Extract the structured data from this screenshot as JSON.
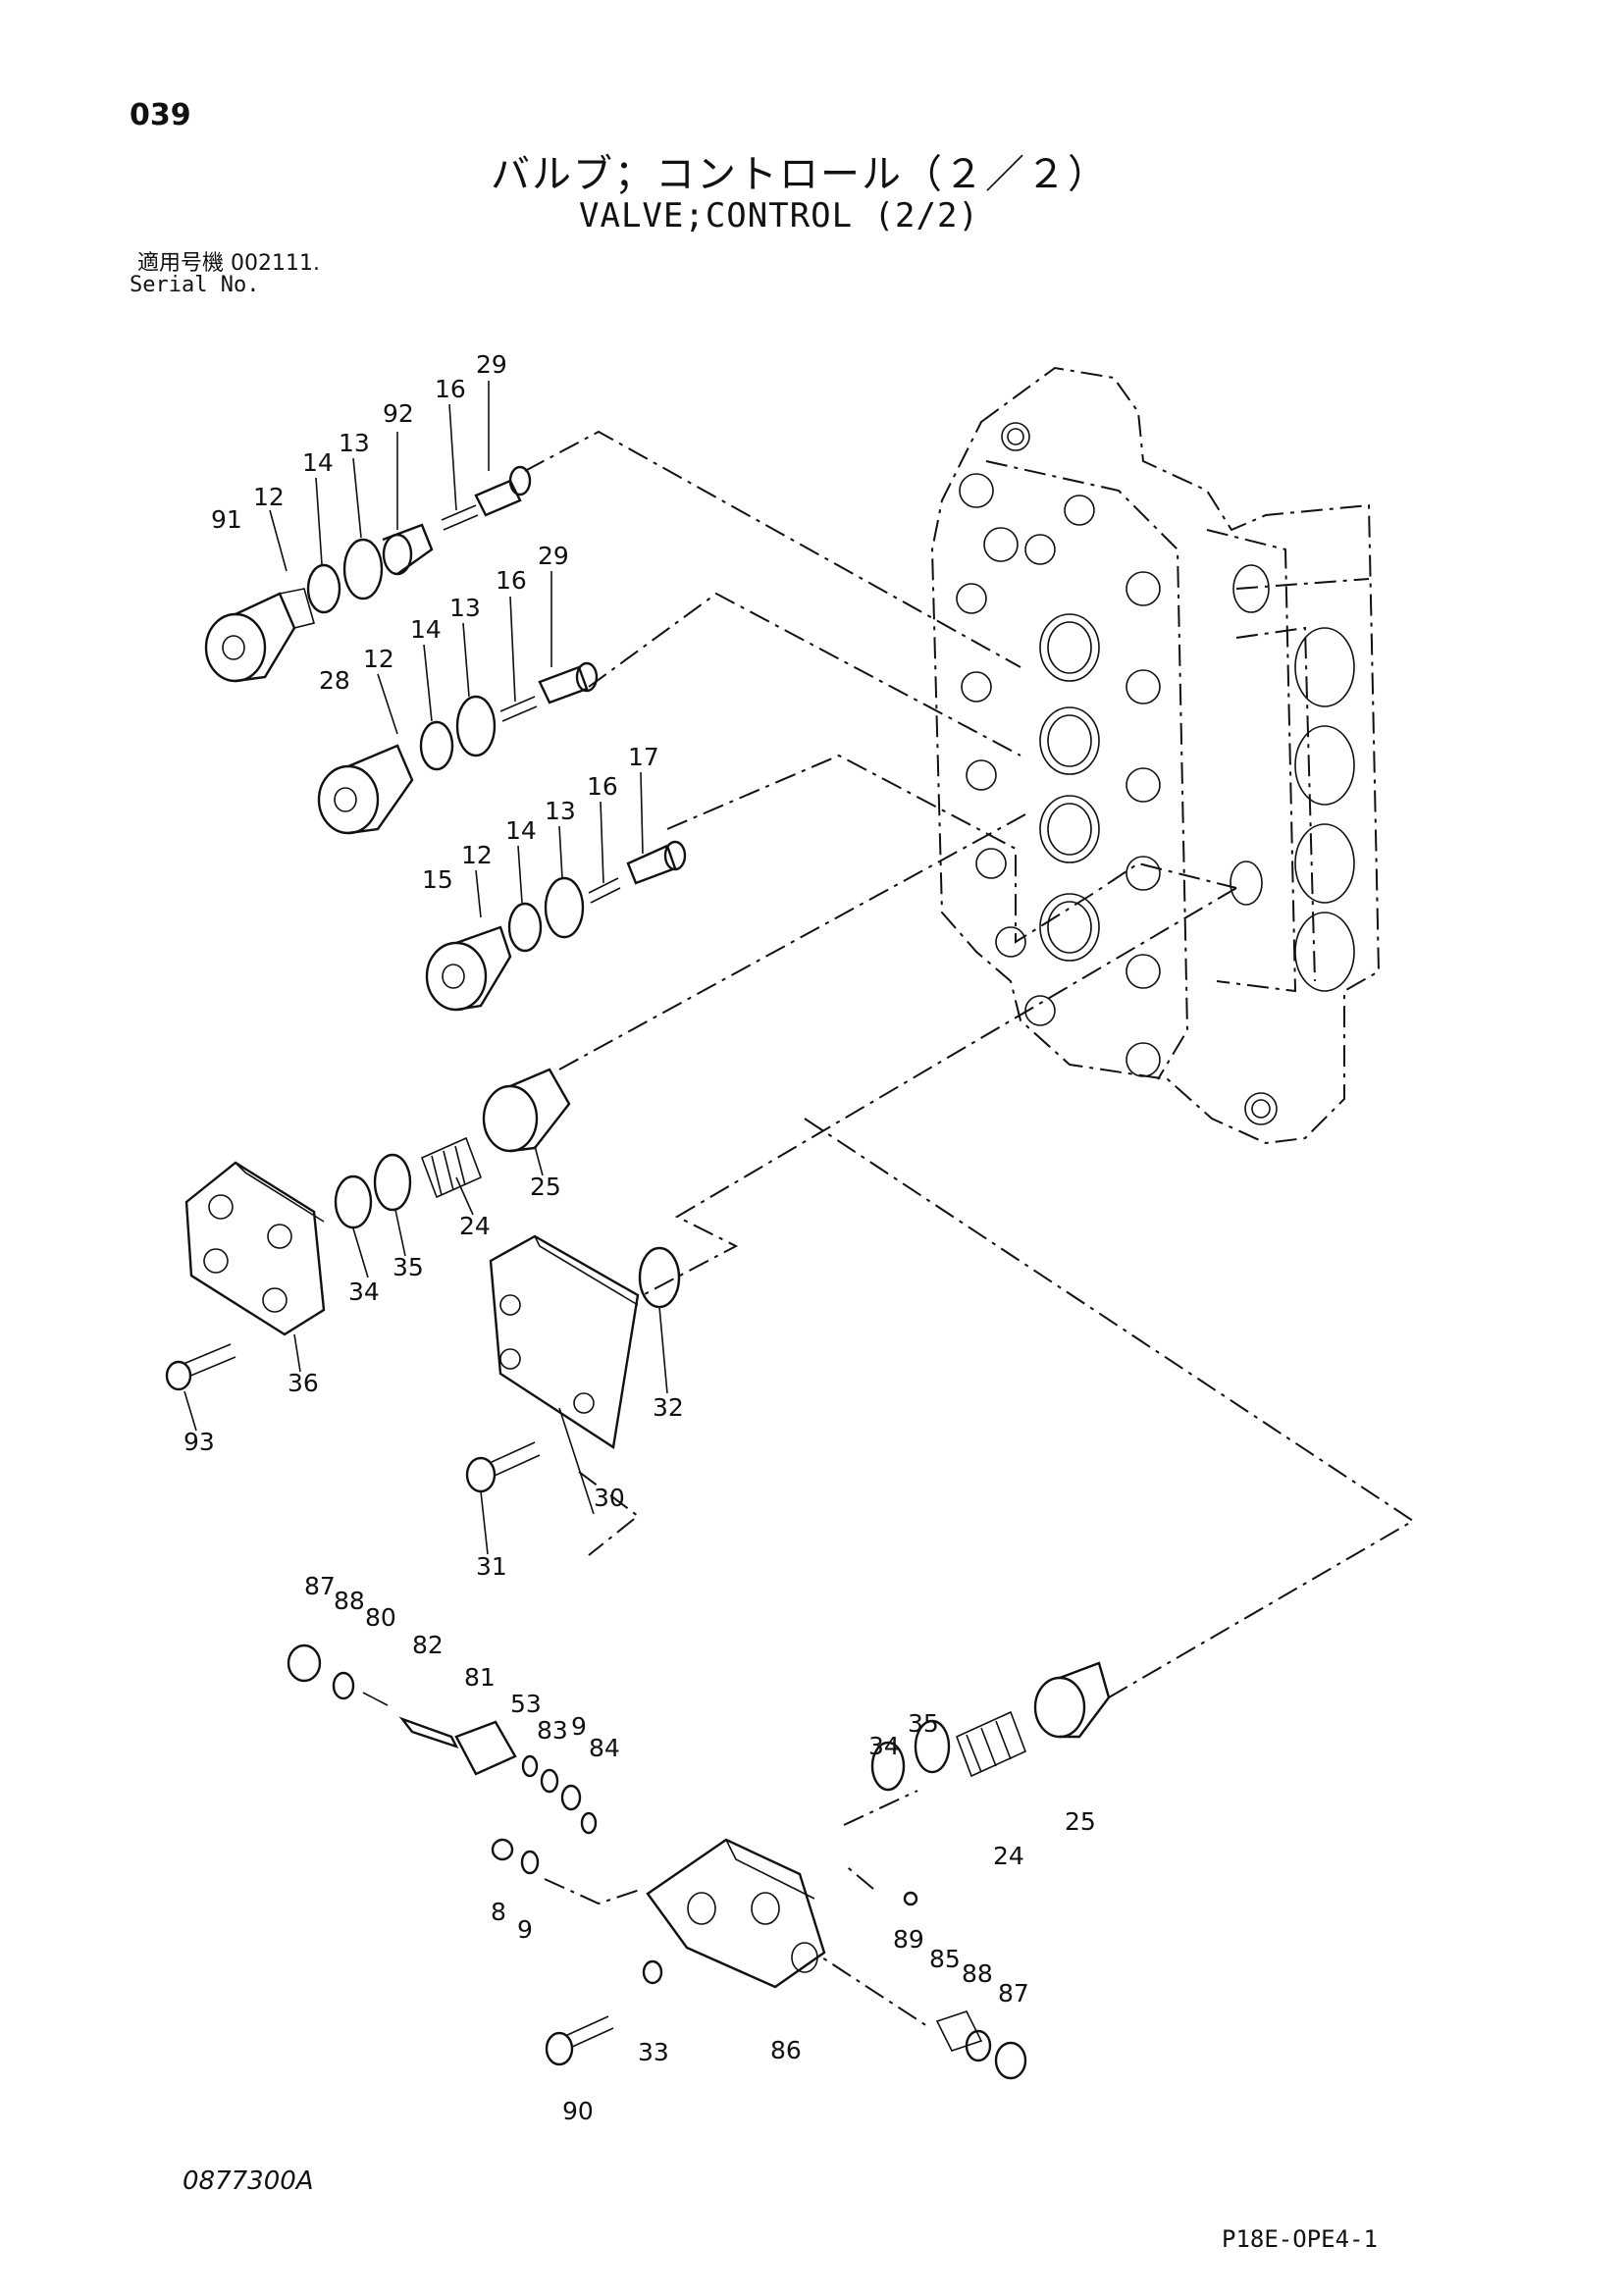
{
  "header": {
    "page_number": "039",
    "title_jp": "バルブ；コントロール（２／２）",
    "title_en": "VALVE;CONTROL (2/2)",
    "serial_label_jp": "適用号機  002111.",
    "serial_label_en": "Serial No."
  },
  "footer": {
    "drawing_code": "0877300A",
    "sheet_code": "P18E-OPE4-1"
  },
  "callouts": {
    "c29a": "29",
    "c16a": "16",
    "c92": "92",
    "c13a": "13",
    "c14a": "14",
    "c12a": "12",
    "c91": "91",
    "c29b": "29",
    "c16b": "16",
    "c13b": "13",
    "c14b": "14",
    "c12b": "12",
    "c28": "28",
    "c17": "17",
    "c16c": "16",
    "c13c": "13",
    "c14c": "14",
    "c12c": "12",
    "c15": "15",
    "c25a": "25",
    "c24a": "24",
    "c35a": "35",
    "c34a": "34",
    "c36": "36",
    "c93": "93",
    "c32": "32",
    "c30": "30",
    "c31": "31",
    "c87a": "87",
    "c88a": "88",
    "c80": "80",
    "c82": "82",
    "c81": "81",
    "c53": "53",
    "c83": "83",
    "c9a": "9",
    "c84": "84",
    "c8": "8",
    "c9b": "9",
    "c35b": "35",
    "c34b": "34",
    "c24b": "24",
    "c25b": "25",
    "c89": "89",
    "c85": "85",
    "c88b": "88",
    "c87b": "87",
    "c33": "33",
    "c86": "86",
    "c90": "90"
  }
}
